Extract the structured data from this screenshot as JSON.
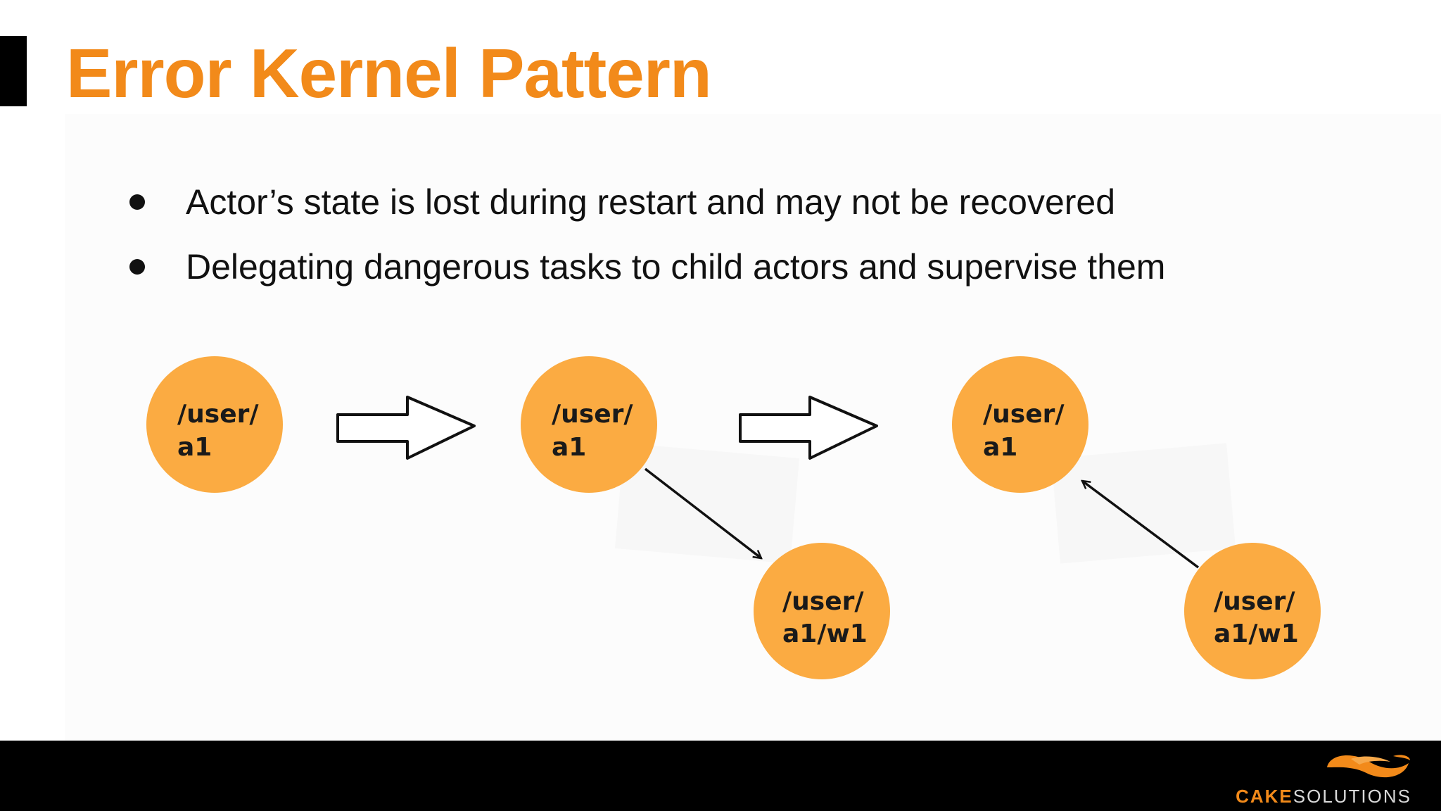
{
  "slide": {
    "title": "Error Kernel Pattern",
    "accent_color": "#f28a1a",
    "node_color": "#fbab42"
  },
  "bullets": [
    "Actor’s state is lost during restart and may not be recovered",
    "Delegating dangerous tasks to child actors and supervise them"
  ],
  "diagram": {
    "stages": [
      {
        "parent": [
          "/user/",
          "a1"
        ]
      },
      {
        "parent": [
          "/user/",
          "a1"
        ],
        "child": [
          "/user/",
          "a1/w1"
        ],
        "edge_direction": "parent-to-child"
      },
      {
        "parent": [
          "/user/",
          "a1"
        ],
        "child": [
          "/user/",
          "a1/w1"
        ],
        "edge_direction": "child-to-parent"
      }
    ],
    "transition_icon": "right-arrow-icon"
  },
  "footer": {
    "brand_part1": "CAKE",
    "brand_part2": "SOLUTIONS",
    "logo_icon": "cake-solutions-logo-icon"
  }
}
